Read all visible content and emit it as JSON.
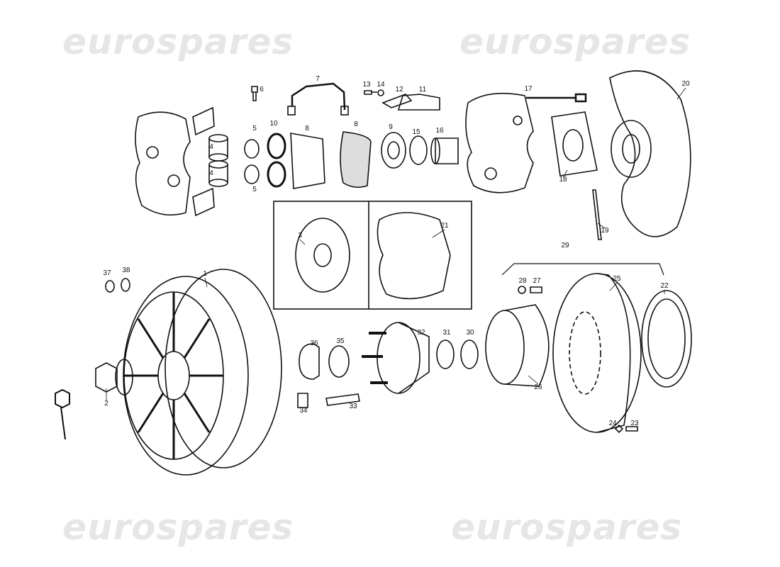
{
  "watermark": "eurospares",
  "callouts": [
    "1",
    "2",
    "3",
    "4",
    "4",
    "5",
    "5",
    "6",
    "7",
    "8",
    "8",
    "9",
    "10",
    "11",
    "12",
    "13",
    "14",
    "15",
    "16",
    "17",
    "18",
    "19",
    "20",
    "21",
    "22",
    "23",
    "24",
    "25",
    "26",
    "27",
    "28",
    "29",
    "30",
    "31",
    "32",
    "33",
    "34",
    "35",
    "36",
    "37",
    "38"
  ],
  "colors": {
    "line": "#111111",
    "watermark": "#e6e6e6",
    "background": "#ffffff"
  }
}
